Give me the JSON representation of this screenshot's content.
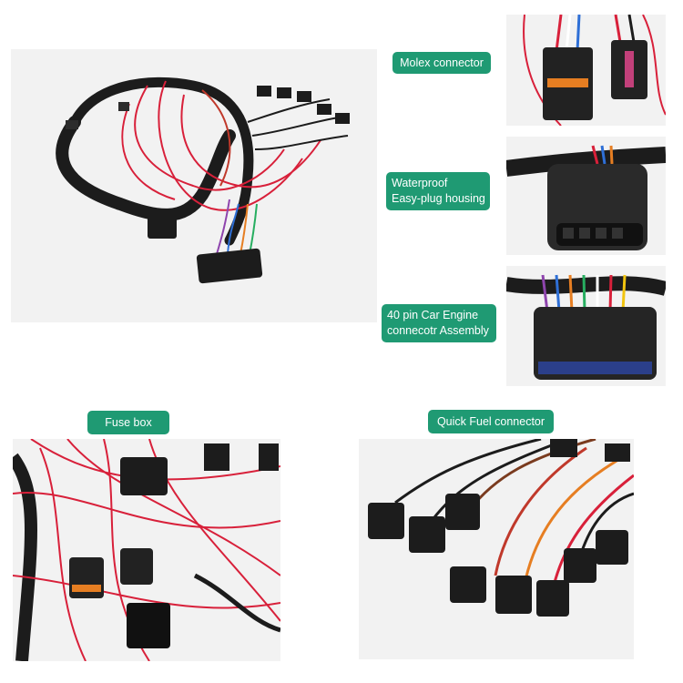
{
  "labels": {
    "molex": "Molex connector",
    "waterproof": [
      "Waterproof",
      "Easy-plug housing"
    ],
    "engine40": [
      "40 pin Car Engine",
      "connecotr Assembly"
    ],
    "fuse": "Fuse box",
    "fuel": "Quick Fuel connector"
  },
  "colors": {
    "label_bg": "#1f9a73",
    "wire_red": "#d8203a",
    "wire_black": "#1c1c1c",
    "panel_bg": "#f2f2f2"
  }
}
